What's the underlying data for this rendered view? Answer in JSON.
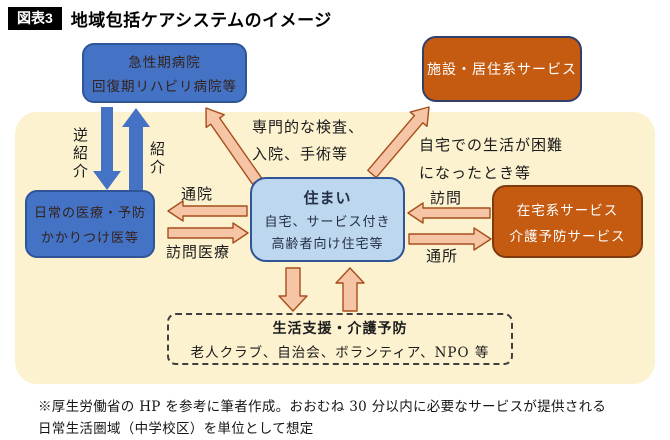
{
  "title": {
    "tag": "図表3",
    "text": "地域包括ケアシステムのイメージ"
  },
  "boxes": {
    "hospital": {
      "lines": [
        "急性期病院",
        "回復期リハビリ病院等"
      ]
    },
    "facility": {
      "label": "施設・居住系サービス"
    },
    "home": {
      "title": "住まい",
      "lines": [
        "自宅、サービス付き",
        "高齢者向け住宅等"
      ]
    },
    "daily_medical": {
      "lines": [
        "日常の医療・予防",
        "かかりつけ医等"
      ]
    },
    "homecare": {
      "lines": [
        "在宅系サービス",
        "介護予防サービス"
      ]
    },
    "support": {
      "title": "生活支援・介護予防",
      "subtitle": "老人クラブ、自治会、ボランティア、NPO 等"
    }
  },
  "arrows": {
    "referral_back": "逆紹介",
    "referral": "紹介",
    "outpatient": "通院",
    "home_visit_medical": "訪問医療",
    "specialized_care": [
      "専門的な検査、",
      "入院、手術等"
    ],
    "difficult_at_home": [
      "自宅での生活が困難",
      "になったとき等"
    ],
    "visit": "訪問",
    "day_service": "通所"
  },
  "footnote": {
    "lines": [
      "※厚生労働省の HP を参考に筆者作成。おおむね 30 分以内に必要なサービスが提供される",
      "日常生活圏域（中学校区）を単位として想定"
    ]
  },
  "colors": {
    "blue": "#4472C4",
    "blue-dark": "#2F5597",
    "blue-light": "#BDD7EE",
    "orange": "#C55A11",
    "navy-border": "#333F6B",
    "brown-border": "#7F3B10",
    "beige": "#FCF2D0",
    "salmon": "#F5C5A6",
    "salmon-border": "#A64E1C",
    "ink": "#1B1B1B",
    "box-ink": "#33221C",
    "home-ink": "#253046"
  }
}
